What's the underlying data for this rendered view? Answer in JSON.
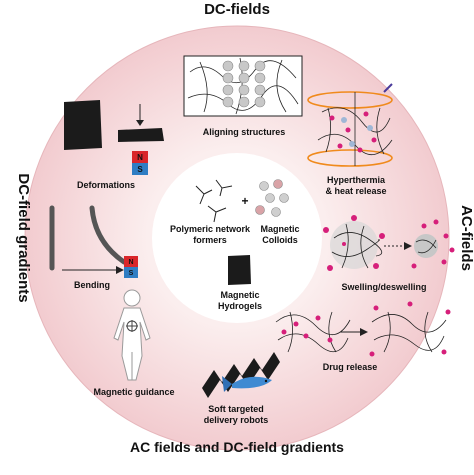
{
  "ring_titles": {
    "top": "DC-fields",
    "left": "DC-field gradients",
    "right": "AC-fields",
    "bottom": "AC fields and DC-field gradients"
  },
  "center": {
    "polymer": [
      "Polymeric network",
      "formers"
    ],
    "plus": "+",
    "colloids": [
      "Magnetic",
      "Colloids"
    ],
    "hydrogels": [
      "Magnetic",
      "Hydrogels"
    ]
  },
  "panels": {
    "aligning": "Aligning structures",
    "hyperthermia": [
      "Hyperthermia",
      "& heat release"
    ],
    "deformations": "Deformations",
    "bending": "Bending",
    "swelling": "Swelling/deswelling",
    "drug": "Drug release",
    "guidance": "Magnetic guidance",
    "robots": [
      "Soft targeted",
      "delivery robots"
    ]
  },
  "magnet": {
    "north": "N",
    "south": "S"
  },
  "colors": {
    "ring_inner": "#fbe9ea",
    "ring_outer": "#f3cfd2",
    "magnet_north": "#d9262a",
    "magnet_south": "#2f7dc3",
    "particle": "#d61f7a",
    "coil": "#f08a1c",
    "gel": "#1b1b1b"
  }
}
